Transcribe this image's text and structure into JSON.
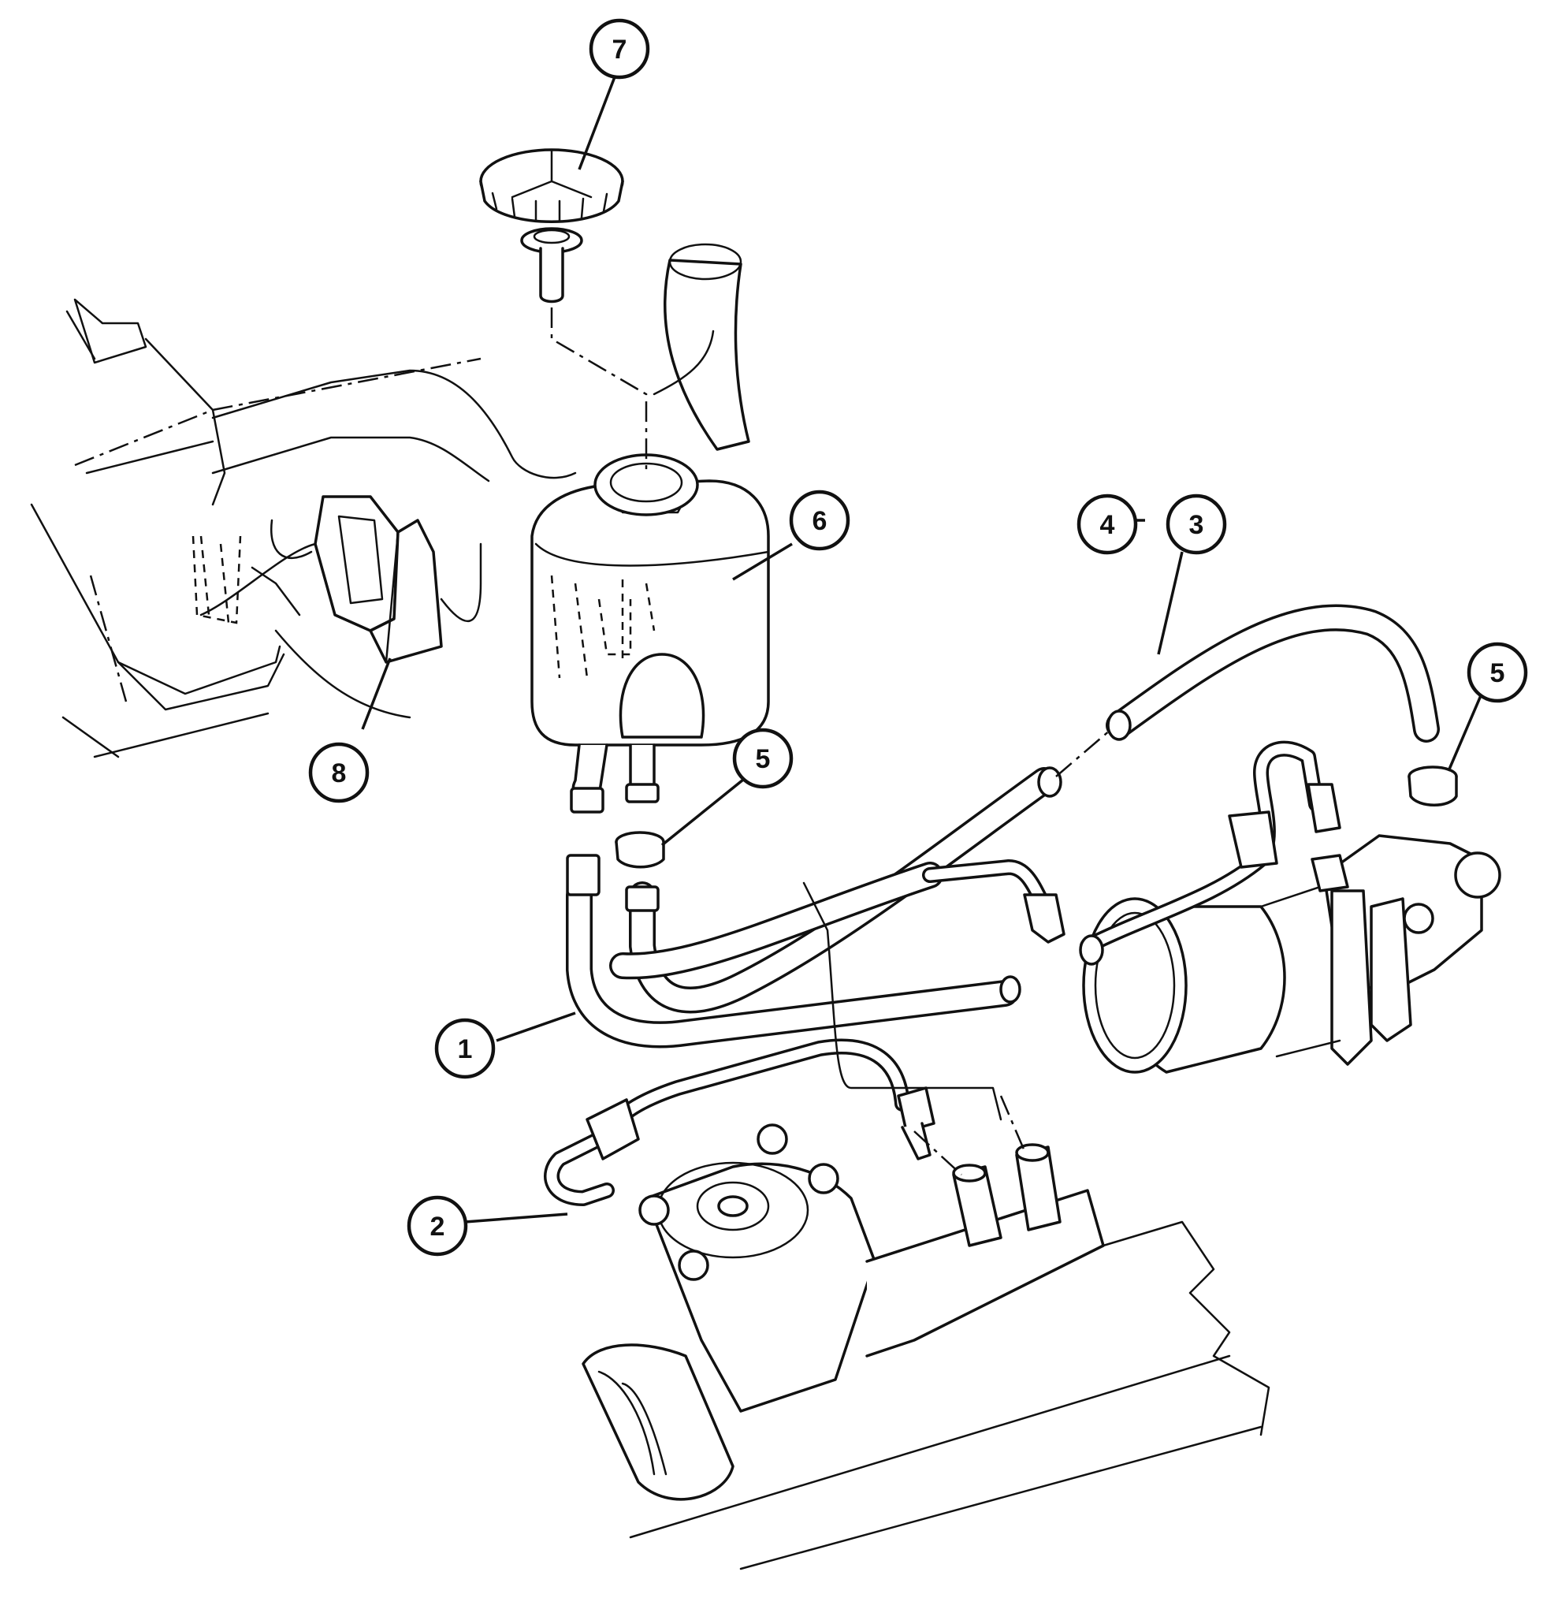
{
  "callouts": {
    "c1": "1",
    "c2": "2",
    "c3": "3",
    "c4": "4",
    "c5a": "5",
    "c5b": "5",
    "c6": "6",
    "c7": "7",
    "c8": "8"
  }
}
